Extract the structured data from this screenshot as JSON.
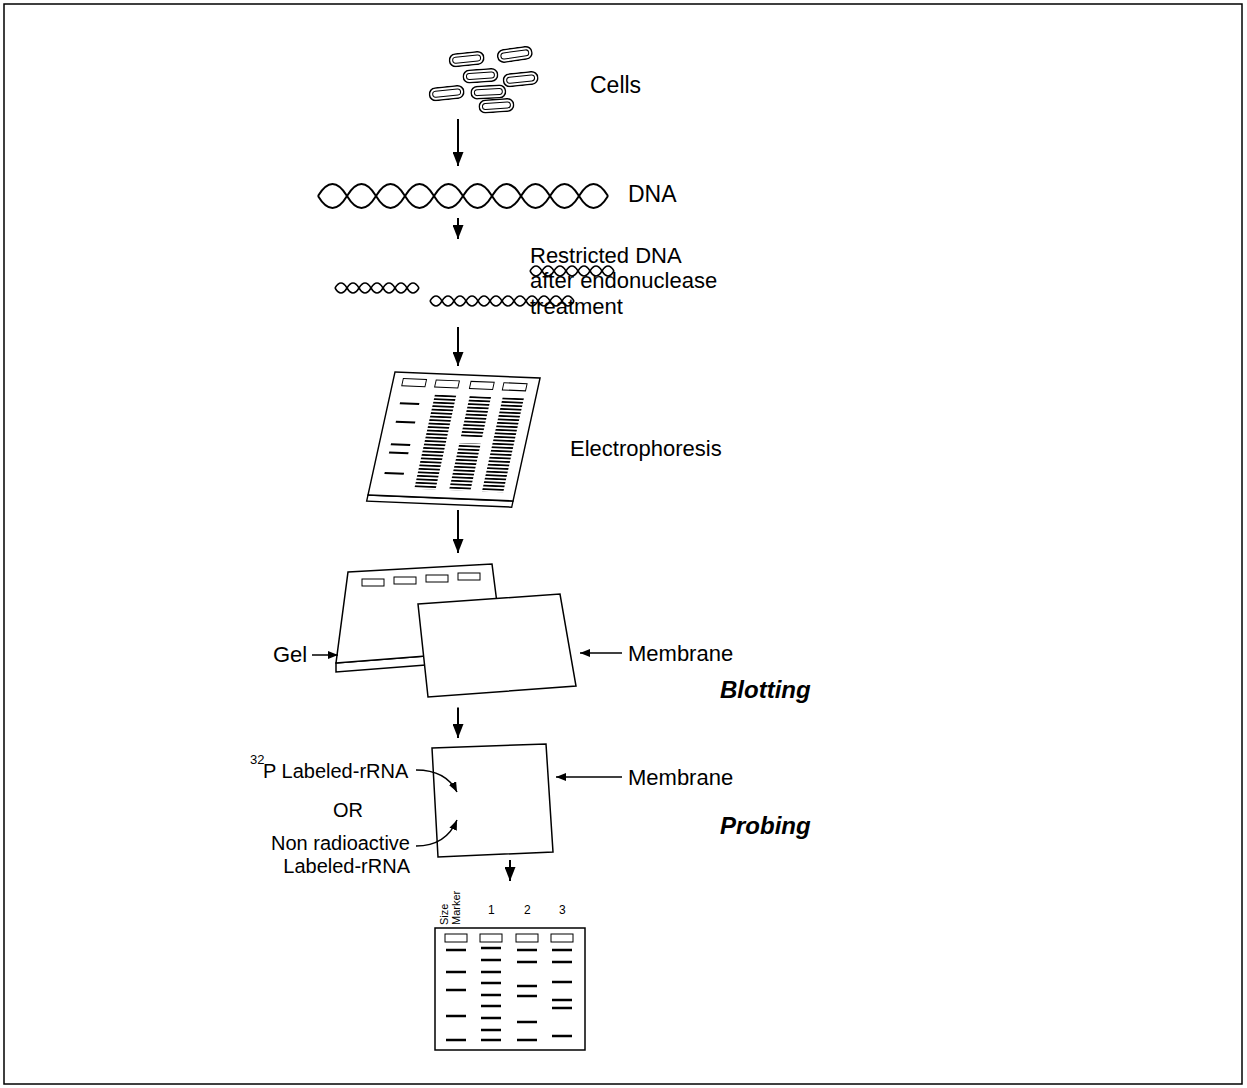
{
  "diagram": {
    "nodes": [
      {
        "text": [
          "Cells"
        ]
      },
      {
        "text": [
          "DNA"
        ]
      },
      {
        "text": [
          "Restricted DNA after endonuclease treatment"
        ]
      },
      {
        "text": [
          "Electrophoresis"
        ]
      },
      {
        "text": [
          "Gel",
          "Membrane",
          "Blotting"
        ]
      },
      {
        "text": [
          "Membrane",
          "Probing"
        ]
      },
      {
        "text": [
          "Size Marker",
          "1",
          "2",
          "3"
        ]
      }
    ],
    "edges": [
      {
        "from": 0,
        "to": 1,
        "arrow": "to"
      },
      {
        "from": 1,
        "to": 2,
        "arrow": "to"
      },
      {
        "from": 2,
        "to": 3,
        "arrow": "to"
      },
      {
        "from": 3,
        "to": 4,
        "arrow": "to"
      },
      {
        "from": 4,
        "to": 5,
        "arrow": "to"
      },
      {
        "from": 5,
        "to": 6,
        "arrow": "to"
      }
    ],
    "labels": [
      "32",
      "P Labeled-rRNA",
      "OR",
      "Non radioactive Labeled-rRNA"
    ]
  }
}
